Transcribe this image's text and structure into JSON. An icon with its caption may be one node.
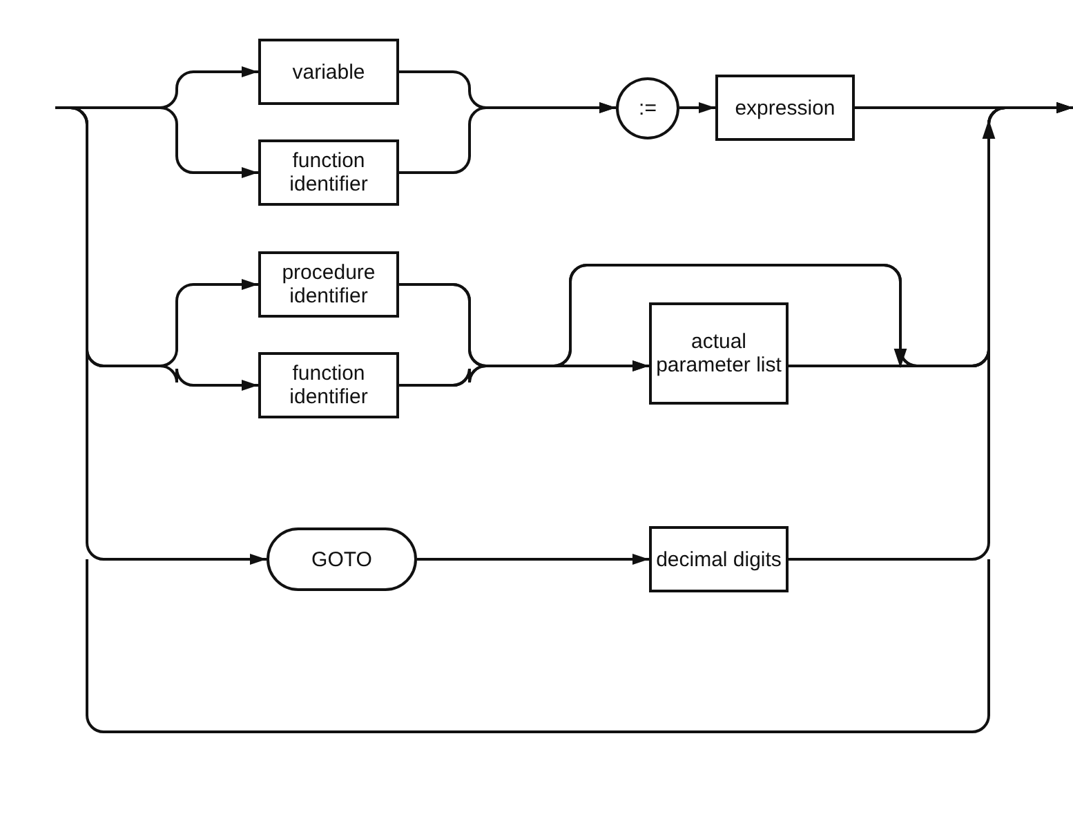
{
  "diagram": {
    "nodes": [
      {
        "text": [
          "variable"
        ]
      },
      {
        "text": [
          "function identifier"
        ]
      },
      {
        "text": [
          ":="
        ]
      },
      {
        "text": [
          "expression"
        ]
      },
      {
        "text": [
          "procedure identifier"
        ]
      },
      {
        "text": [
          "function identifier"
        ]
      },
      {
        "text": [
          "actual parameter list"
        ]
      },
      {
        "text": [
          "GOTO"
        ]
      },
      {
        "text": [
          "decimal digits"
        ]
      }
    ],
    "edges": [
      {
        "from": null,
        "to": 0,
        "arrow": "to"
      },
      {
        "from": null,
        "to": 1,
        "arrow": "to"
      },
      {
        "from": null,
        "to": 4,
        "arrow": "to"
      },
      {
        "from": null,
        "to": 5,
        "arrow": "to"
      },
      {
        "from": null,
        "to": 7,
        "arrow": "to"
      },
      {
        "from": 0,
        "to": 2,
        "arrow": "to"
      },
      {
        "from": 1,
        "to": 2,
        "arrow": "to"
      },
      {
        "from": 2,
        "to": 3,
        "arrow": "to"
      },
      {
        "from": 3,
        "to": null,
        "arrow": "to"
      },
      {
        "from": 4,
        "to": 6,
        "arrow": "to"
      },
      {
        "from": 5,
        "to": 6,
        "arrow": "to"
      },
      {
        "from": 4,
        "to": null,
        "arrow": "to"
      },
      {
        "from": 5,
        "to": null,
        "arrow": "to"
      },
      {
        "from": 6,
        "to": null,
        "arrow": "to"
      },
      {
        "from": 7,
        "to": 8,
        "arrow": "to"
      },
      {
        "from": 8,
        "to": null,
        "arrow": "to"
      }
    ]
  }
}
